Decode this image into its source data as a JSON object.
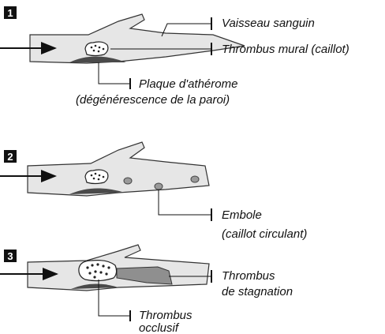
{
  "panels": [
    {
      "number": "1"
    },
    {
      "number": "2"
    },
    {
      "number": "3"
    }
  ],
  "labels": {
    "vaisseau": "Vaisseau sanguin",
    "thrombus_mural": "Thrombus mural (caillot)",
    "plaque_line1": "Plaque d'athérome",
    "plaque_line2": "(dégénérescence de la paroi)",
    "embole_line1": "Embole",
    "embole_line2": "(caillot circulant)",
    "stagnation_line1": "Thrombus",
    "stagnation_line2": "de stagnation",
    "occlusif_line1": "Thrombus",
    "occlusif_line2": "occlusif"
  },
  "colors": {
    "vessel_fill": "#e6e6e6",
    "plaque": "#4a4a4a",
    "embolus": "#9a9a9a",
    "stagnation_thrombus": "#8f8f8f",
    "ink": "#111111"
  }
}
